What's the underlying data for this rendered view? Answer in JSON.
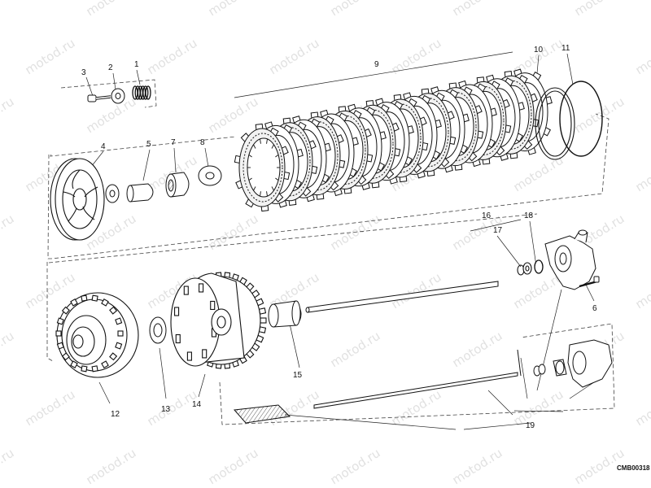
{
  "diagram": {
    "watermark_text": "motod.ru",
    "drawing_code": "CMB00318",
    "callouts": [
      "1",
      "2",
      "3",
      "4",
      "5",
      "6",
      "7",
      "8",
      "9",
      "10",
      "11",
      "12",
      "13",
      "14",
      "15",
      "16",
      "17",
      "18",
      "19"
    ]
  }
}
